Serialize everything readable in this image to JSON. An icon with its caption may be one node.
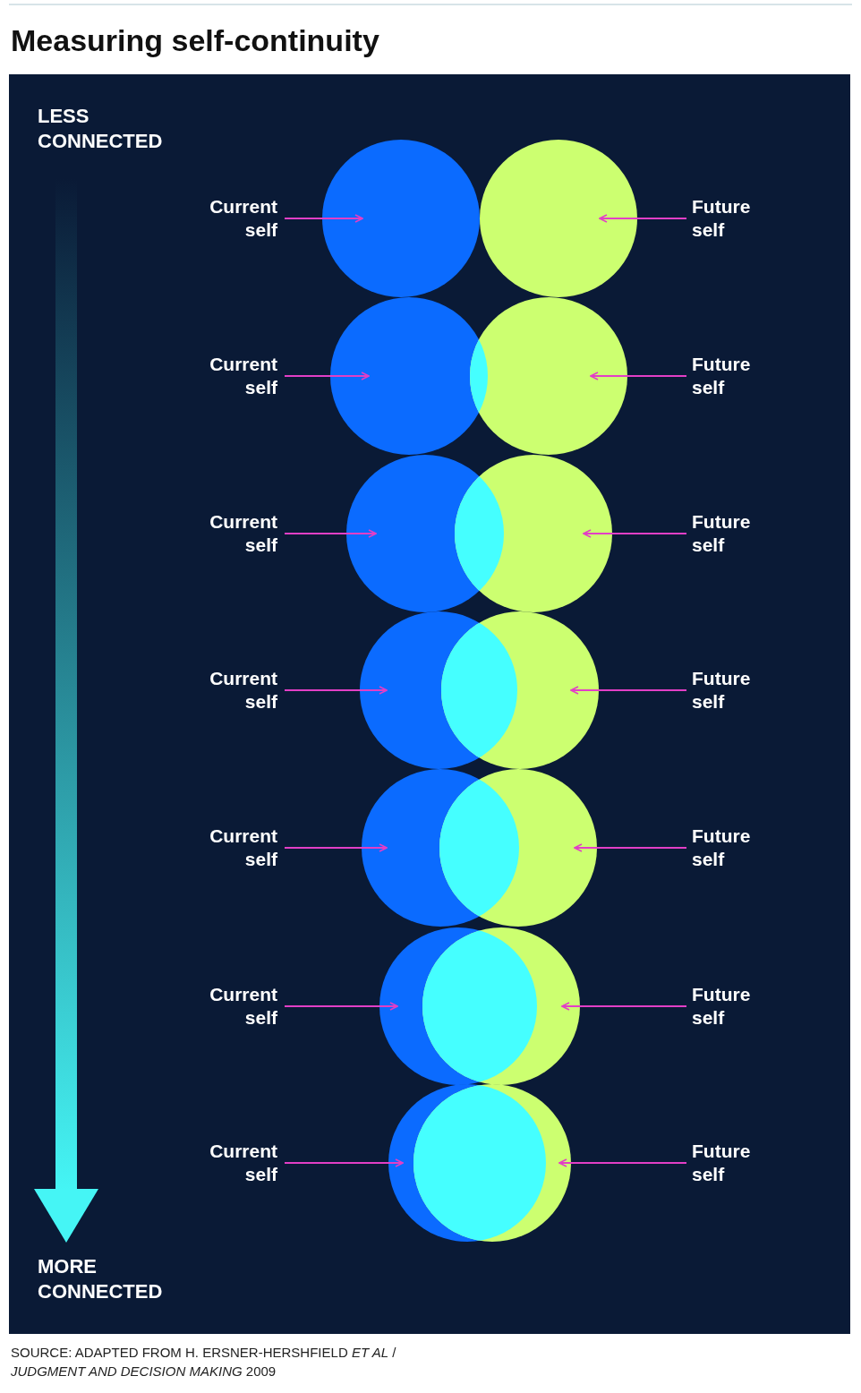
{
  "diagram": {
    "title": "Measuring self-continuity",
    "caption": "SOURCE: ADAPTED FROM H. ERSNER-HERSHFIELD *ET AL* / *JUDGMENT AND DECISION MAKING* 2009",
    "nodes": [
      {
        "text": [
          "Current self"
        ]
      },
      {
        "text": [],
        "shape": "circle"
      },
      {
        "text": [],
        "shape": "circle"
      },
      {
        "text": [
          "Future self"
        ]
      },
      {
        "text": [
          "Current self"
        ]
      },
      {
        "text": [],
        "shape": "circle"
      },
      {
        "text": [],
        "shape": "circle"
      },
      {
        "text": [
          "Future self"
        ]
      },
      {
        "text": [
          "Current self"
        ]
      },
      {
        "text": [],
        "shape": "circle"
      },
      {
        "text": [],
        "shape": "circle"
      },
      {
        "text": [
          "Future self"
        ]
      },
      {
        "text": [
          "Current self"
        ]
      },
      {
        "text": [],
        "shape": "circle"
      },
      {
        "text": [],
        "shape": "circle"
      },
      {
        "text": [
          "Future self"
        ]
      },
      {
        "text": [
          "Current self"
        ]
      },
      {
        "text": [],
        "shape": "circle"
      },
      {
        "text": [],
        "shape": "circle"
      },
      {
        "text": [
          "Future self"
        ]
      },
      {
        "text": [
          "Current self"
        ]
      },
      {
        "text": [],
        "shape": "circle"
      },
      {
        "text": [],
        "shape": "circle"
      },
      {
        "text": [
          "Future self"
        ]
      },
      {
        "text": [
          "Current self"
        ]
      },
      {
        "text": [],
        "shape": "circle"
      },
      {
        "text": [],
        "shape": "circle"
      },
      {
        "text": [
          "Future self"
        ]
      }
    ],
    "edges": [
      {
        "from": 0,
        "to": 1,
        "arrow": "to"
      },
      {
        "from": 3,
        "to": 2,
        "arrow": "to"
      },
      {
        "from": 4,
        "to": 5,
        "arrow": "to"
      },
      {
        "from": 7,
        "to": 6,
        "arrow": "to"
      },
      {
        "from": 8,
        "to": 9,
        "arrow": "to"
      },
      {
        "from": 11,
        "to": 10,
        "arrow": "to"
      },
      {
        "from": 12,
        "to": 13,
        "arrow": "to"
      },
      {
        "from": 15,
        "to": 14,
        "arrow": "to"
      },
      {
        "from": 16,
        "to": 17,
        "arrow": "to"
      },
      {
        "from": 19,
        "to": 18,
        "arrow": "to"
      },
      {
        "from": 20,
        "to": 21,
        "arrow": "to"
      },
      {
        "from": 23,
        "to": 22,
        "arrow": "to"
      },
      {
        "from": 24,
        "to": 25,
        "arrow": "to"
      },
      {
        "from": 27,
        "to": 26,
        "arrow": "to"
      }
    ],
    "labels": [
      "LESS CONNECTED",
      "MORE CONNECTED"
    ]
  }
}
